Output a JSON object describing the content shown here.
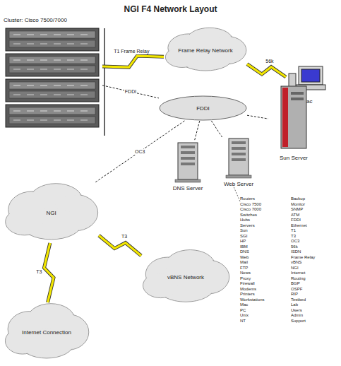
{
  "diagram": {
    "title": "NGI F4 Network Layout",
    "nodes": [
      {
        "text": [
          "Cluster: Cisco 7500/7000"
        ]
      },
      {
        "text": [
          "Frame Relay Network"
        ]
      },
      {
        "text": [
          "Mac"
        ]
      },
      {
        "text": [
          "FDDI"
        ]
      },
      {
        "text": [
          "Sun Server"
        ]
      },
      {
        "text": [
          "DNS Server"
        ]
      },
      {
        "text": [
          "Web Server"
        ]
      },
      {
        "text": [
          "NGI"
        ]
      },
      {
        "text": [
          "vBNS Network"
        ]
      },
      {
        "text": [
          "Internet Connection"
        ]
      }
    ],
    "edges": [
      {
        "from": 0,
        "to": 1,
        "arrow": "none",
        "label": "T1 Frame Relay"
      },
      {
        "from": 1,
        "to": 2,
        "arrow": "none",
        "label": "56k"
      },
      {
        "from": 0,
        "to": 3,
        "arrow": "none",
        "label": "FDDI"
      },
      {
        "from": 3,
        "to": 4,
        "arrow": "none"
      },
      {
        "from": 3,
        "to": 5,
        "arrow": "none"
      },
      {
        "from": 3,
        "to": 6,
        "arrow": "none"
      },
      {
        "from": 3,
        "to": 7,
        "arrow": "none",
        "label": "OC3"
      },
      {
        "from": 7,
        "to": 8,
        "arrow": "none",
        "label": "T3"
      },
      {
        "from": 7,
        "to": 9,
        "arrow": "none",
        "label": "T3"
      }
    ],
    "labels": [
      "Routers",
      "Cisco 7500",
      "Cisco 7000",
      "Switches",
      "Hubs",
      "Servers",
      "Sun",
      "SGI",
      "HP",
      "IBM",
      "DNS",
      "Web",
      "Mail",
      "FTP",
      "News",
      "Proxy",
      "Firewall",
      "Modems",
      "Printers",
      "Workstations",
      "Mac",
      "PC",
      "Unix",
      "NT",
      "Backup",
      "Monitor",
      "SNMP",
      "ATM",
      "FDDI",
      "Ethernet",
      "T1",
      "T3",
      "OC3",
      "56k",
      "ISDN",
      "Frame Relay",
      "vBNS",
      "NGI",
      "Internet",
      "Routing",
      "BGP",
      "OSPF",
      "RIP",
      "Testbed",
      "Lab",
      "Users",
      "Admin",
      "Support"
    ]
  }
}
